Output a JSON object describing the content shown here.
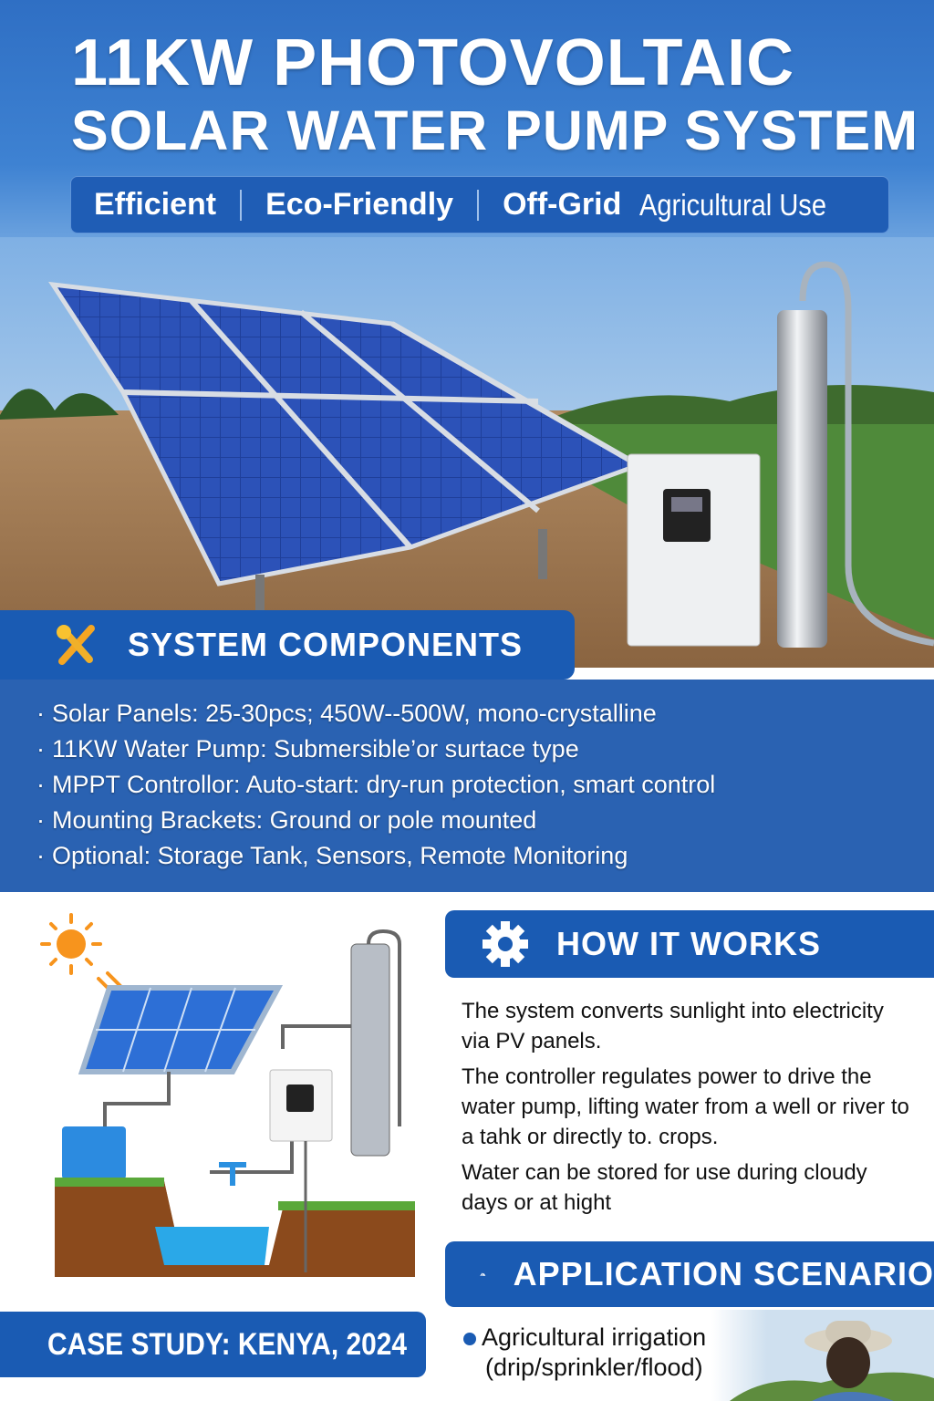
{
  "header": {
    "title_line1": "11KW PHOTOVOLTAIC",
    "title_line2": "SOLAR WATER PUMP SYSTEM",
    "tags": [
      "Efficient",
      "Eco-Friendly",
      "Off-Grid",
      "Agricultural Use"
    ]
  },
  "components": {
    "heading": "SYSTEM COMPONENTS",
    "icon": "tools-icon",
    "items": [
      "Solar Panels: 25-30pcs; 450W--500W, mono-crystalline",
      "11KW Water Pump: Submersible’or surtace type",
      "MPPT Controllor: Auto-start: dry-run protection, smart control",
      "Mounting Brackets: Ground or pole mounted",
      "Optional: Storage Tank, Sensors, Remote Monitoring"
    ]
  },
  "how_it_works": {
    "heading": "HOW IT WORKS",
    "icon": "gear-icon",
    "paragraphs": [
      "The system converts sunlight into electricity via PV panels.",
      "The controller regulates power to drive the water pump, lifting water from a well or river to a tahk or directly to. crops.",
      "Water can be stored for use during cloudy days or at hight"
    ]
  },
  "applications": {
    "heading": "APPLICATION SCENARIO",
    "icon": "mountain-icon",
    "items": [
      {
        "line1": "Agricultural irrigation",
        "line2": "(drip/sprinkler/flood)"
      }
    ]
  },
  "case_study": {
    "heading": "CASE STUDY: KENYA, 2024"
  },
  "colors": {
    "primary": "#1a5bb3",
    "list_bg": "#2a62b2",
    "accent": "#f5a623"
  }
}
